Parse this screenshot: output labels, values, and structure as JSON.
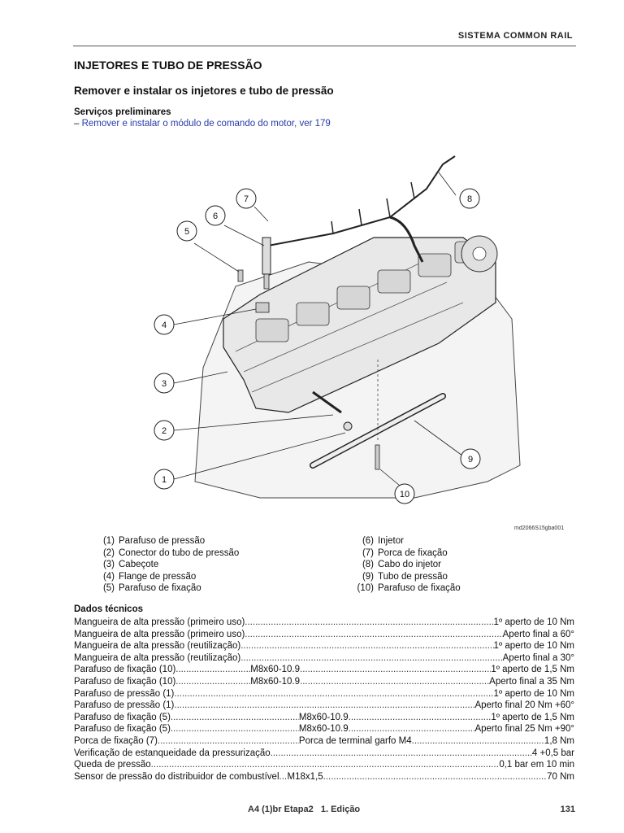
{
  "header": {
    "title": "SISTEMA COMMON RAIL"
  },
  "section": {
    "title": "INJETORES E TUBO DE PRESSÃO",
    "subtitle": "Remover e instalar os injetores e tubo de pressão"
  },
  "preliminary": {
    "title": "Serviços preliminares",
    "dash": "–",
    "item": "Remover e instalar o módulo de comando do motor, ver 179"
  },
  "figure": {
    "code": "md2066S15gba001",
    "callouts": [
      "1",
      "2",
      "3",
      "4",
      "5",
      "6",
      "7",
      "8",
      "9",
      "10"
    ]
  },
  "legend": {
    "left": [
      {
        "num": "(1)",
        "label": "Parafuso de pressão"
      },
      {
        "num": "(2)",
        "label": "Conector do tubo de pressão"
      },
      {
        "num": "(3)",
        "label": "Cabeçote"
      },
      {
        "num": "(4)",
        "label": "Flange de pressão"
      },
      {
        "num": "(5)",
        "label": "Parafuso de fixação"
      }
    ],
    "right": [
      {
        "num": "(6)",
        "label": "Injetor"
      },
      {
        "num": "(7)",
        "label": "Porca de fixação"
      },
      {
        "num": "(8)",
        "label": "Cabo do injetor"
      },
      {
        "num": "(9)",
        "label": "Tubo de pressão"
      },
      {
        "num": "(10)",
        "label": "Parafuso de fixação"
      }
    ]
  },
  "tech": {
    "title": "Dados técnicos",
    "rows": [
      {
        "label": "Mangueira de alta pressão (primeiro uso)",
        "value": "1º aperto de 10 Nm"
      },
      {
        "label": "Mangueira de alta pressão (primeiro uso)",
        "value": "Aperto final a 60°"
      },
      {
        "label": "Mangueira de alta pressão (reutilização)",
        "value": "1º aperto de 10 Nm"
      },
      {
        "label": "Mangueira de alta pressão (reutilização)",
        "value": "Aperto final a 30°"
      },
      {
        "label": "Parafuso de fixação (10)",
        "mid": "M8x60-10.9",
        "value": "1º aperto de 1,5 Nm"
      },
      {
        "label": "Parafuso de fixação (10)",
        "mid": "M8x60-10.9",
        "value": "Aperto final a 35 Nm"
      },
      {
        "label": "Parafuso de pressão (1)",
        "value": "1º aperto de 10 Nm"
      },
      {
        "label": "Parafuso de pressão (1)",
        "value": "Aperto final 20 Nm +60°"
      },
      {
        "label": "Parafuso de fixação (5)",
        "mid": "M8x60-10.9",
        "value": "1º aperto de 1,5 Nm"
      },
      {
        "label": "Parafuso de fixação (5)",
        "mid": "M8x60-10.9",
        "value": "Aperto final 25 Nm +90°"
      },
      {
        "label": "Porca de fixação (7)",
        "mid": "Porca de terminal garfo M4",
        "value": "1,8 Nm"
      },
      {
        "label": "Verificação de estanqueidade da pressurização",
        "value": "4 +0,5 bar"
      },
      {
        "label": "Queda de pressão",
        "value": "0,1 bar em 10 min"
      },
      {
        "label": "Sensor de pressão do distribuidor de combustível",
        "mid": "M18x1,5",
        "value": "70 Nm"
      }
    ]
  },
  "footer": {
    "left": "A4 (1)br Etapa2   1. Edição",
    "page": "131"
  }
}
